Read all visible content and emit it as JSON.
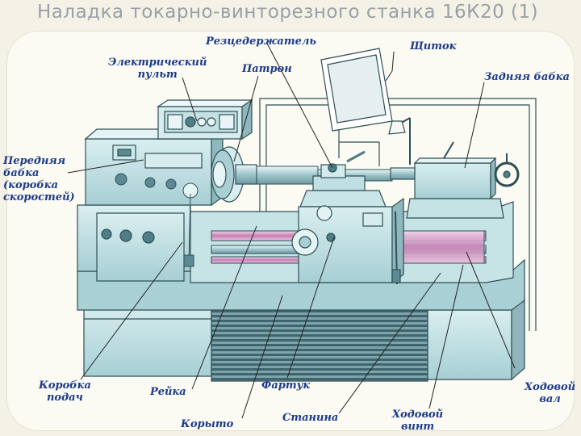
{
  "title": "Наладка токарно-винторезного станка 16К20 (1)",
  "labels": {
    "rezcederzhatel": "Резцедержатель",
    "shchitok": "Щиток",
    "elektricheskiy_pult": "Электрический\nпульт",
    "patron": "Патрон",
    "zadnyaya_babka": "Задняя бабка",
    "perednyaya_babka": "Передняя\nбабка\n(коробка\nскоростей)",
    "korobka_podach": "Коробка\nподач",
    "reyka": "Рейка",
    "fartuk": "Фартук",
    "khodovoy_val": "Ходовой\nвал",
    "koryto": "Корыто",
    "stanina": "Станина",
    "khodovoy_vint": "Ходовой\nвинт"
  },
  "colors": {
    "title": "#9aa0a6",
    "label_text": "#1c3a8a",
    "machine_body": "#b9dcdf",
    "machine_dark": "#5d8a92",
    "outline": "#2f4f55",
    "base_stripes": "#496f78",
    "rail_accent": "#c77fb5",
    "leader_line": "#222222"
  }
}
